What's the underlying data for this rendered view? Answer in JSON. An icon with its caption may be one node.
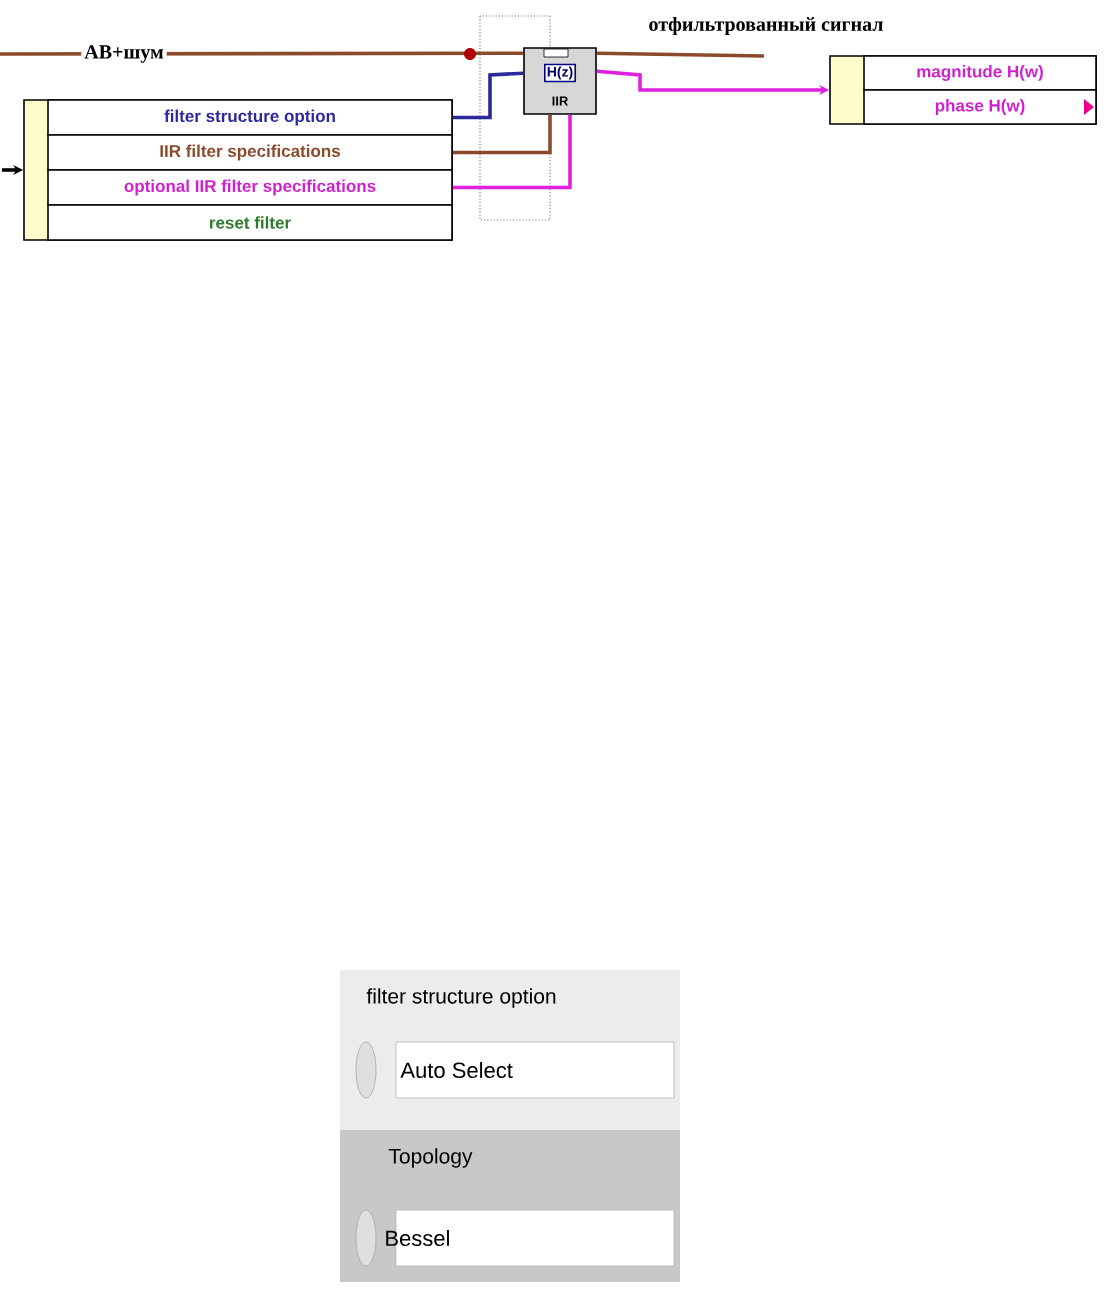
{
  "diagram": {
    "nodes": [
      {
        "text": [],
        "shape": "box"
      },
      {
        "text": [
          "filter structure option"
        ],
        "in": 0
      },
      {
        "text": [
          "IIR filter specifications"
        ],
        "in": 0
      },
      {
        "text": [
          "optional IIR filter specifications"
        ],
        "in": 0
      },
      {
        "text": [
          "reset filter"
        ],
        "in": 0
      },
      {
        "text": [
          "H(z)",
          "IIR"
        ]
      },
      {
        "text": [],
        "shape": "box"
      },
      {
        "text": [
          "magnitude H(w)"
        ],
        "in": 6
      },
      {
        "text": [
          "phase H(w)"
        ],
        "in": 6
      },
      {
        "text": [
          "filter structure option",
          "Auto Select"
        ]
      },
      {
        "text": [
          "Topology",
          "Bessel"
        ]
      }
    ],
    "edges": [
      {
        "from": null,
        "to": 0,
        "arrow": "to",
        "color": "#000000"
      },
      {
        "from": 1,
        "to": 5,
        "arrow": "none",
        "color": "#2a2a9a"
      },
      {
        "from": 2,
        "to": 5,
        "arrow": "none",
        "color": "#8b4a2b"
      },
      {
        "from": 3,
        "to": 5,
        "arrow": "none",
        "color": "#e020e0"
      },
      {
        "from": null,
        "to": 5,
        "arrow": "none",
        "color": "#8b4a2b",
        "label": "АВ+шум"
      },
      {
        "from": 5,
        "to": null,
        "arrow": "none",
        "color": "#8b4a2b",
        "label": "отфильтрованный сигнал"
      },
      {
        "from": 5,
        "to": 6,
        "arrow": "to",
        "color": "#e020e0"
      }
    ]
  }
}
